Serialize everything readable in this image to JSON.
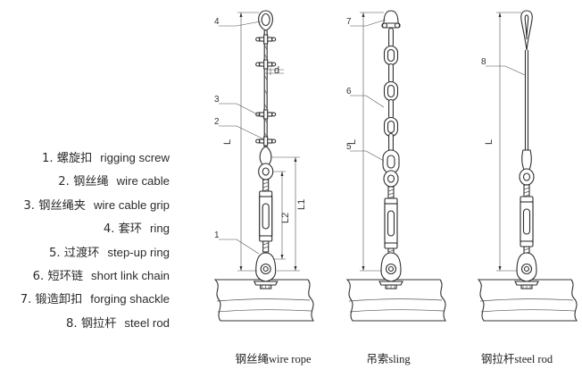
{
  "legend": [
    {
      "num": "1.",
      "zh": "螺旋扣",
      "en": "rigging screw"
    },
    {
      "num": "2.",
      "zh": "钢丝绳",
      "en": "wire cable"
    },
    {
      "num": "3.",
      "zh": "钢丝绳夹",
      "en": "wire cable grip"
    },
    {
      "num": "4.",
      "zh": "套环",
      "en": "ring"
    },
    {
      "num": "5.",
      "zh": "过渡环",
      "en": "step-up ring"
    },
    {
      "num": "6.",
      "zh": "短环链",
      "en": "short link chain"
    },
    {
      "num": "7.",
      "zh": "锻造卸扣",
      "en": "forging shackle"
    },
    {
      "num": "8.",
      "zh": "钢拉杆",
      "en": "steel rod"
    }
  ],
  "figures": [
    {
      "caption": "钢丝绳wire rope",
      "callouts": [
        "4",
        "3",
        "2",
        "1"
      ],
      "dims": [
        "d",
        "L",
        "L1",
        "L2"
      ]
    },
    {
      "caption": "吊索sling",
      "callouts": [
        "7",
        "6",
        "5"
      ],
      "dims": [
        "L"
      ]
    },
    {
      "caption": "钢拉杆steel rod",
      "callouts": [
        "8"
      ],
      "dims": [
        "L"
      ]
    }
  ]
}
